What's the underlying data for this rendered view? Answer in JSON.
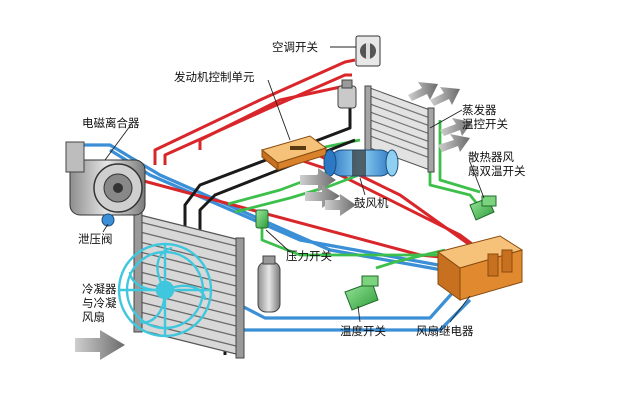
{
  "labels": {
    "ac_switch": "空调开关",
    "engine_ecu": "发动机控制单元",
    "magnetic_clutch": "电磁离合器",
    "evaporator_temp_switch": "蒸发器\n温控开关",
    "radiator_fan_dual_temp_switch": "散热器风\n扇双温开关",
    "blower": "鼓风机",
    "relief_valve": "泄压阀",
    "pressure_switch": "压力开关",
    "condenser_fan": "冷凝器\n与冷凝\n风扇",
    "temperature_switch": "温度开关",
    "fan_relay": "风扇继电器"
  },
  "colors": {
    "high_pressure_line": "#d9262b",
    "low_pressure_line": "#3a8fd6",
    "signal_line": "#3cc04b",
    "power_line": "#1a1a1a",
    "ecu_body": "#e99a3c",
    "relay_body": "#e99a3c",
    "fan_blade": "#3fc7de"
  }
}
